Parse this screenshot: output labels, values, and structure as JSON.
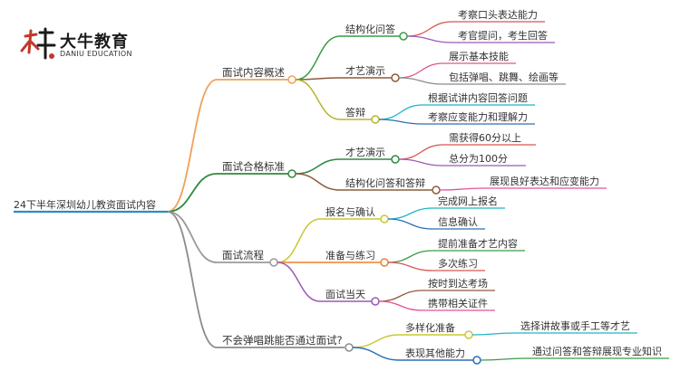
{
  "logo": {
    "mark": "大牛",
    "title": "大牛教育",
    "subtitle": "DANIU EDUCATION"
  },
  "mindmap": {
    "root": "24下半年深圳幼儿教资面试内容",
    "branches": [
      {
        "label": "面试内容概述",
        "color": "#f0a05a",
        "children": [
          {
            "label": "结构化问答",
            "color": "#3a9c46",
            "children": [
              {
                "label": "考察口头表达能力",
                "color": "#d9534f"
              },
              {
                "label": "考官提问，考生回答",
                "color": "#9b59b6"
              }
            ]
          },
          {
            "label": "才艺演示",
            "color": "#8d5a3b",
            "children": [
              {
                "label": "展示基本技能",
                "color": "#e05594"
              },
              {
                "label": "包括弹唱、跳舞、绘画等",
                "color": "#8c8c8c"
              }
            ]
          },
          {
            "label": "答辩",
            "color": "#b5b52e",
            "children": [
              {
                "label": "根据试讲内容回答问题",
                "color": "#1fb5c8"
              },
              {
                "label": "考察应变能力和理解力",
                "color": "#2c6fb3"
              }
            ]
          }
        ]
      },
      {
        "label": "面试合格标准",
        "color": "#2f8a3e",
        "children": [
          {
            "label": "才艺演示",
            "color": "#2f8a3e",
            "children": [
              {
                "label": "需获得60分以上",
                "color": "#d9534f"
              },
              {
                "label": "总分为100分",
                "color": "#9b59b6"
              }
            ]
          },
          {
            "label": "结构化问答和答辩",
            "color": "#8d5a3b",
            "children": [
              {
                "label": "展现良好表达和应变能力",
                "color": "#e05594"
              }
            ]
          }
        ]
      },
      {
        "label": "面试流程",
        "color": "#9a9a9a",
        "children": [
          {
            "label": "报名与确认",
            "color": "#c9c930",
            "children": [
              {
                "label": "完成网上报名",
                "color": "#1fb5c8"
              },
              {
                "label": "信息确认",
                "color": "#2c6fb3"
              }
            ]
          },
          {
            "label": "准备与练习",
            "color": "#f07f2c",
            "children": [
              {
                "label": "提前准备才艺内容",
                "color": "#3a9c46"
              },
              {
                "label": "多次练习",
                "color": "#d9534f"
              }
            ]
          },
          {
            "label": "面试当天",
            "color": "#9b59b6",
            "children": [
              {
                "label": "按时到达考场",
                "color": "#8d5a3b"
              },
              {
                "label": "携带相关证件",
                "color": "#e05594"
              }
            ]
          }
        ]
      },
      {
        "label": "不会弹唱跳能否通过面试?",
        "color": "#8c8c8c",
        "children": [
          {
            "label": "多样化准备",
            "color": "#c9c930",
            "children": [
              {
                "label": "选择讲故事或手工等才艺",
                "color": "#1fb5c8"
              }
            ]
          },
          {
            "label": "表现其他能力",
            "color": "#2c6fb3",
            "children": [
              {
                "label": "通过问答和答辩展现专业知识",
                "color": "#3a9c46"
              }
            ]
          }
        ]
      }
    ]
  }
}
